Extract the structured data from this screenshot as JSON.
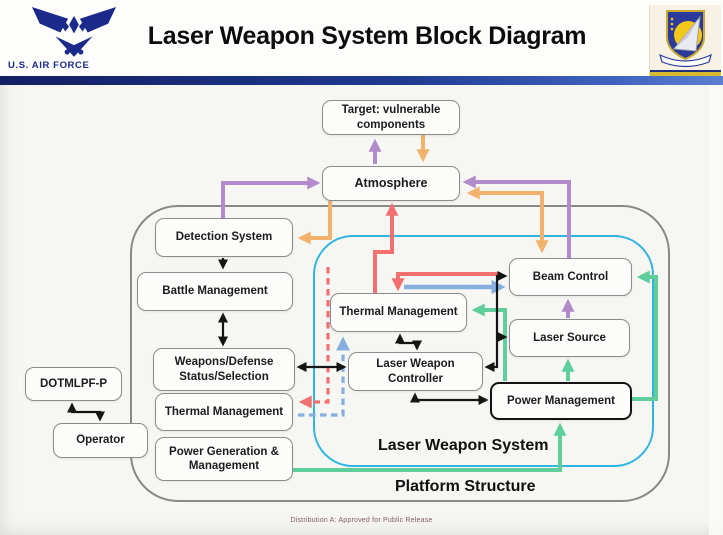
{
  "header": {
    "title": "Laser Weapon System Block Diagram",
    "branding": "U.S. AIR FORCE"
  },
  "containers": {
    "platform": {
      "label": "Platform Structure"
    },
    "lws": {
      "label": "Laser Weapon System"
    }
  },
  "nodes": {
    "target": {
      "label": "Target: vulnerable components"
    },
    "atmosphere": {
      "label": "Atmosphere"
    },
    "detection": {
      "label": "Detection System"
    },
    "battle": {
      "label": "Battle Management"
    },
    "weapons": {
      "label": "Weapons/Defense Status/Selection"
    },
    "thermal_platform": {
      "label": "Thermal Management"
    },
    "power_gen": {
      "label": "Power Generation & Management"
    },
    "dotmlpf": {
      "label": "DOTMLPF-P"
    },
    "operator": {
      "label": "Operator"
    },
    "thermal_lws": {
      "label": "Thermal Management"
    },
    "controller": {
      "label": "Laser Weapon Controller"
    },
    "beam_control": {
      "label": "Beam Control"
    },
    "laser_source": {
      "label": "Laser Source"
    },
    "power_mgmt": {
      "label": "Power Management"
    }
  },
  "edges": [
    {
      "from": "atmosphere",
      "to": "target",
      "color": "purple",
      "style": "solid"
    },
    {
      "from": "target",
      "to": "atmosphere",
      "color": "orange",
      "style": "solid"
    },
    {
      "from": "detection",
      "to": "atmosphere",
      "color": "purple",
      "style": "solid"
    },
    {
      "from": "atmosphere",
      "to": "detection",
      "color": "orange",
      "style": "solid"
    },
    {
      "from": "beam_control",
      "to": "atmosphere",
      "color": "purple",
      "style": "solid"
    },
    {
      "from": "atmosphere",
      "to": "beam_control",
      "color": "orange",
      "style": "solid-bidirectional"
    },
    {
      "from": "laser_source",
      "to": "beam_control",
      "color": "purple",
      "style": "solid"
    },
    {
      "from": "thermal_lws",
      "to": "atmosphere",
      "color": "red",
      "style": "solid"
    },
    {
      "from": "beam_control",
      "to": "thermal_lws",
      "color": "red",
      "style": "solid"
    },
    {
      "from": "thermal_lws",
      "to": "beam_control",
      "color": "blue",
      "style": "solid"
    },
    {
      "from": "thermal_lws",
      "to": "thermal_platform",
      "color": "red",
      "style": "dashed"
    },
    {
      "from": "thermal_platform",
      "to": "thermal_lws",
      "color": "blue",
      "style": "dashed"
    },
    {
      "from": "power_mgmt",
      "to": "beam_control",
      "color": "green",
      "style": "solid"
    },
    {
      "from": "power_mgmt",
      "to": "thermal_lws",
      "color": "green",
      "style": "solid"
    },
    {
      "from": "power_mgmt",
      "to": "laser_source",
      "color": "green",
      "style": "solid"
    },
    {
      "from": "power_gen",
      "to": "power_mgmt",
      "color": "green",
      "style": "solid"
    },
    {
      "from": "detection",
      "to": "battle",
      "color": "black",
      "style": "solid"
    },
    {
      "from": "battle",
      "to": "weapons",
      "color": "black",
      "style": "bidirectional"
    },
    {
      "from": "weapons",
      "to": "controller",
      "color": "black",
      "style": "bidirectional"
    },
    {
      "from": "thermal_lws",
      "to": "controller",
      "color": "black",
      "style": "bidirectional"
    },
    {
      "from": "controller",
      "to": "beam_control",
      "color": "black",
      "style": "bidirectional"
    },
    {
      "from": "controller",
      "to": "laser_source",
      "color": "black",
      "style": "bidirectional"
    },
    {
      "from": "controller",
      "to": "power_mgmt",
      "color": "black",
      "style": "bidirectional"
    },
    {
      "from": "dotmlpf",
      "to": "operator",
      "color": "black",
      "style": "bidirectional"
    }
  ],
  "colors": {
    "purple": "#b18bcb",
    "orange": "#f2b26e",
    "red": "#f37070",
    "blue": "#86aede",
    "green": "#5fce9b",
    "black": "#151515",
    "lws_border": "#30b4e0",
    "platform_border": "#898989",
    "header_bar_navy": "#1e3a8f",
    "emblem_gold": "#d7ba2e"
  },
  "footer": {
    "caption": "Distribution A: Approved for Public Release"
  }
}
